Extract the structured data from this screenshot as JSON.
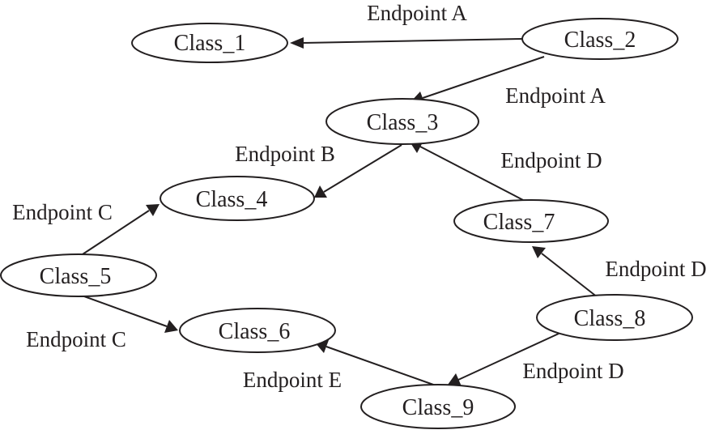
{
  "nodes": {
    "class_1": "Class_1",
    "class_2": "Class_2",
    "class_3": "Class_3",
    "class_4": "Class_4",
    "class_5": "Class_5",
    "class_6": "Class_6",
    "class_7": "Class_7",
    "class_8": "Class_8",
    "class_9": "Class_9"
  },
  "edges": {
    "e2_1": "Endpoint A",
    "e2_3": "Endpoint A",
    "e3_4": "Endpoint B",
    "e7_3": "Endpoint D",
    "e5_4": "Endpoint C",
    "e5_6": "Endpoint C",
    "e8_7": "Endpoint D",
    "e8_9": "Endpoint D",
    "e9_6": "Endpoint E"
  },
  "colors": {
    "ink": "#231f20",
    "background": "#ffffff"
  }
}
